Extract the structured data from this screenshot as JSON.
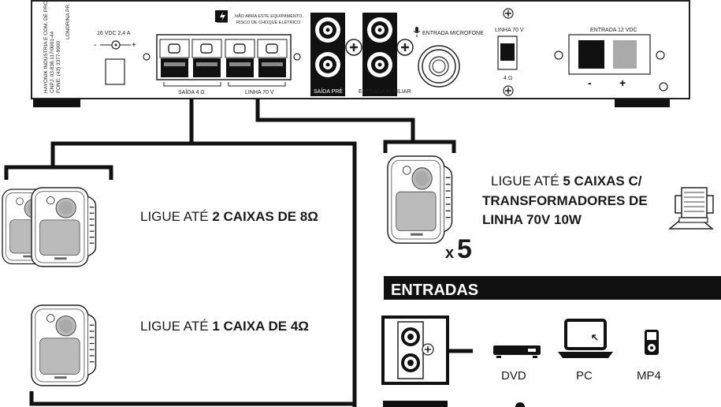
{
  "panel": {
    "manufacturer_lines": [
      "HAYONIK INDÚSTRIA E COM. DE PROD. ELET. LTDA.",
      "CNPJ: 03.838.117/0001-44",
      "FONE: (43) 3377-9900"
    ],
    "city": "LONDRINA PR.",
    "power_label": "16 VDC 2,4 A",
    "power_minus": "-",
    "power_plus": "+",
    "warning_line1": "NÃO ABRA ESTE EQUIPAMENTO,",
    "warning_line2": "RISCO DE CHOQUE ELÉTRICO",
    "out_4ohm_label": "SAÍDA 4 Ω",
    "out_70v_label": "LINHA 70 V",
    "saida_pre_label": "SAÍDA PRÉ",
    "entrada_aux_label": "ENTRADA AUXILIAR",
    "mic_label": "ENTRADA MICROFONE",
    "switch_top_label": "LINHA 70 V",
    "switch_bottom_label": "4 Ω",
    "dc12_label": "ENTRADA 12 VDC",
    "dc12_minus": "-",
    "dc12_plus": "+"
  },
  "captions": {
    "two_prefix": "LIGUE ATÉ ",
    "two_bold": "2 CAIXAS DE 8Ω",
    "one_prefix": "LIGUE ATÉ ",
    "one_bold": "1 CAIXA DE 4Ω",
    "five_prefix": "LIGUE ATÉ ",
    "five_bold1": "5  CAIXAS C/",
    "five_line2": "TRANSFORMADORES DE",
    "five_line3": "LINHA 70V 10W",
    "multiplier_x": "x",
    "multiplier_n": "5"
  },
  "inputs": {
    "heading": "ENTRADAS",
    "devices": [
      "DVD",
      "PC",
      "MP4"
    ]
  }
}
